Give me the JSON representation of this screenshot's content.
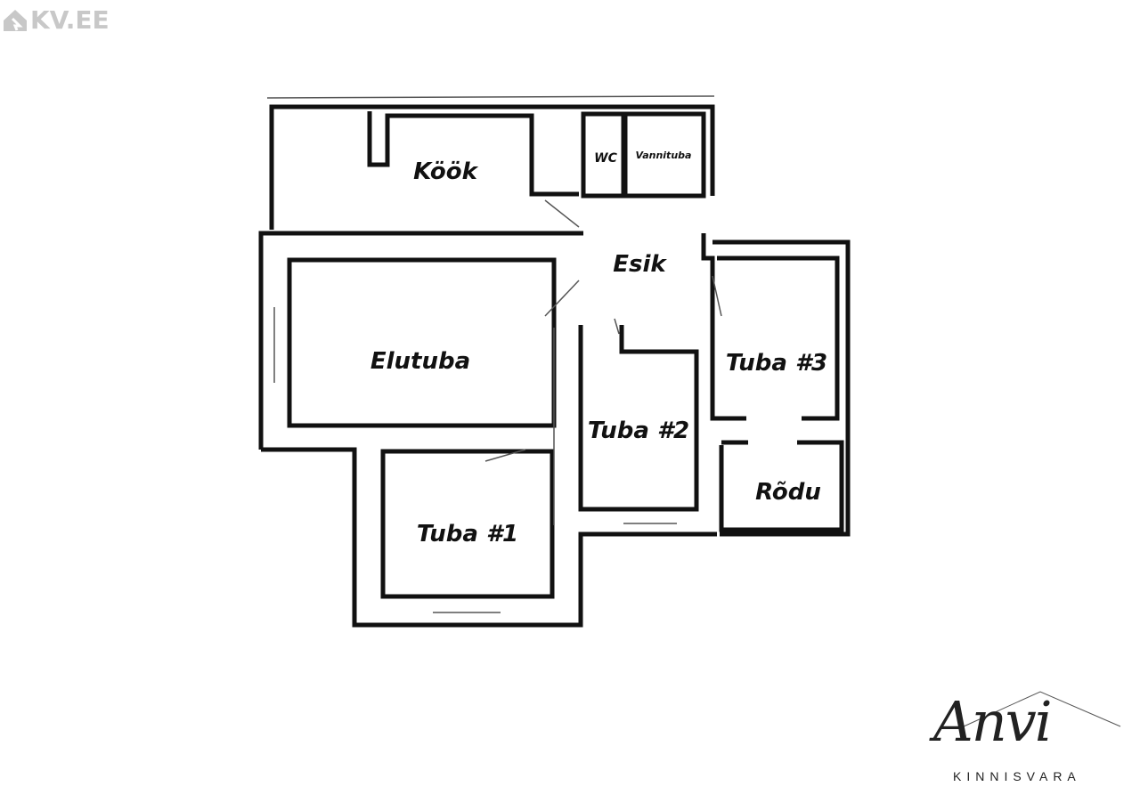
{
  "watermark": {
    "text": "KV.EE",
    "icon": "house-icon"
  },
  "rooms": {
    "kook": "Köök",
    "wc": "WC",
    "vannituba": "Vannituba",
    "esik": "Esik",
    "elutuba": "Elutuba",
    "tuba1": "Tuba #1",
    "tuba2": "Tuba #2",
    "tuba3": "Tuba #3",
    "rodu": "Rõdu"
  },
  "logo": {
    "script": "Anvi",
    "subtitle": "KINNISVARA"
  }
}
